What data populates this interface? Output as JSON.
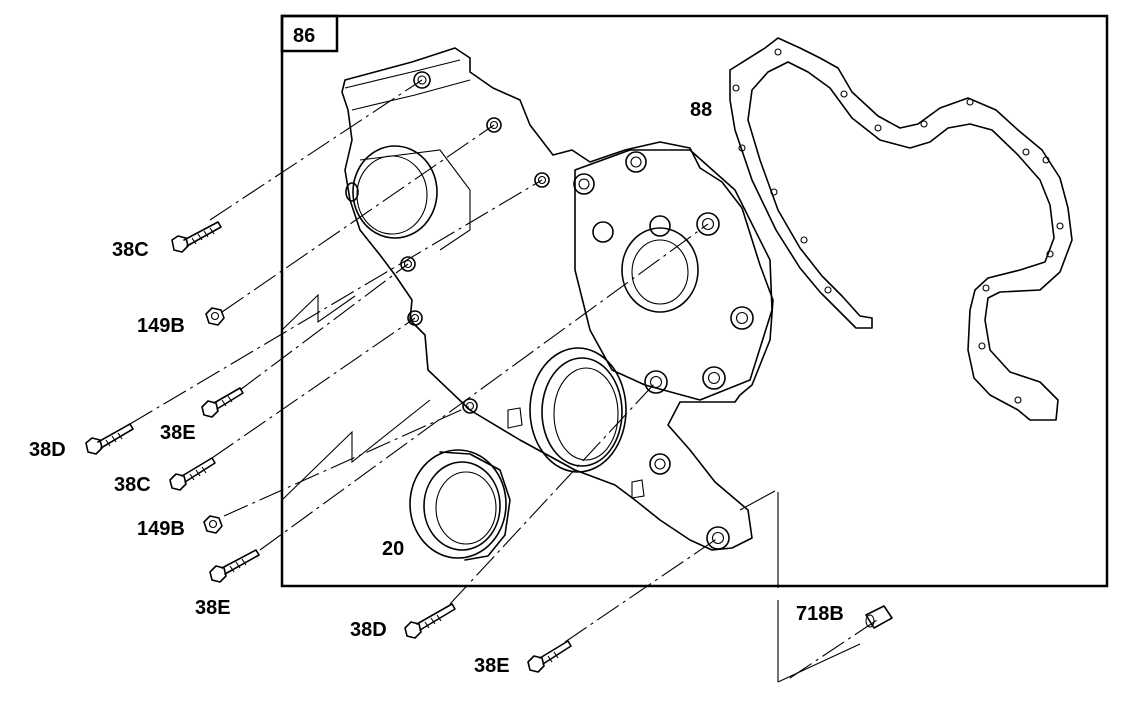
{
  "callouts": {
    "frame_ref": "86",
    "gasket": "88",
    "seal": "20",
    "bolt_38c_upper": "38C",
    "nut_149b_upper": "149B",
    "bolt_38d_left": "38D",
    "bolt_38e_upper": "38E",
    "bolt_38c_lower": "38C",
    "nut_149b_lower": "149B",
    "bolt_38e_left": "38E",
    "bolt_38d_bottom": "38D",
    "bolt_38e_bottom": "38E",
    "dowel_718b": "718B"
  }
}
